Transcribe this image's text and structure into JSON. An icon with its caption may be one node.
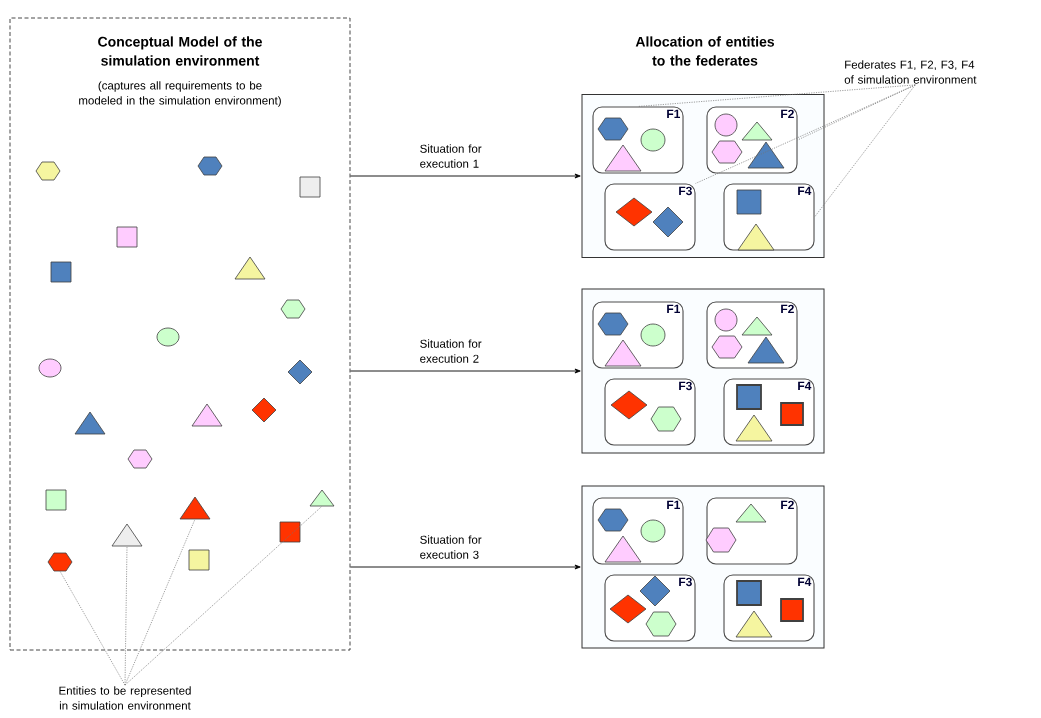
{
  "diagram": {
    "nodes": [
      {
        "text": [
          "Conceptual Model of the simulation environment",
          "(captures all requirements to be modeled in the simulation environment)"
        ]
      },
      {
        "text": [
          "Entities to be represented in simulation environment"
        ]
      },
      {
        "text": [],
        "shape": "hexagon",
        "in": 0
      },
      {
        "text": [],
        "shape": "triangle",
        "in": 0
      },
      {
        "text": [],
        "shape": "triangle",
        "in": 0
      },
      {
        "text": [],
        "shape": "triangle",
        "in": 0
      },
      {
        "text": [
          "Federates F1, F2, F3, F4 of simulation environment"
        ]
      },
      {
        "text": [],
        "shape": "box"
      },
      {
        "text": [
          "F1"
        ],
        "in": 7
      },
      {
        "text": [
          "F2"
        ],
        "in": 7
      },
      {
        "text": [
          "F3"
        ],
        "in": 7
      },
      {
        "text": [
          "F4"
        ],
        "in": 7
      },
      {
        "text": [],
        "shape": "box"
      },
      {
        "text": [
          "F1"
        ],
        "in": 12
      },
      {
        "text": [
          "F2"
        ],
        "in": 12
      },
      {
        "text": [
          "F3"
        ],
        "in": 12
      },
      {
        "text": [
          "F4"
        ],
        "in": 12
      },
      {
        "text": [],
        "shape": "box"
      },
      {
        "text": [
          "F1"
        ],
        "in": 17
      },
      {
        "text": [
          "F2"
        ],
        "in": 17
      },
      {
        "text": [
          "F3"
        ],
        "in": 17
      },
      {
        "text": [
          "F4"
        ],
        "in": 17
      },
      {
        "text": [],
        "shape": "hexagon",
        "in": 0
      },
      {
        "text": [],
        "shape": "hexagon",
        "in": 0
      },
      {
        "text": [],
        "shape": "square",
        "in": 0
      },
      {
        "text": [],
        "shape": "square",
        "in": 0
      },
      {
        "text": [],
        "shape": "square",
        "in": 0
      },
      {
        "text": [],
        "shape": "triangle",
        "in": 0
      },
      {
        "text": [],
        "shape": "hexagon",
        "in": 0
      },
      {
        "text": [],
        "shape": "circle",
        "in": 0
      },
      {
        "text": [],
        "shape": "circle",
        "in": 0
      },
      {
        "text": [],
        "shape": "diamond",
        "in": 0
      },
      {
        "text": [],
        "shape": "diamond",
        "in": 0
      },
      {
        "text": [],
        "shape": "triangle",
        "in": 0
      },
      {
        "text": [],
        "shape": "triangle",
        "in": 0
      },
      {
        "text": [],
        "shape": "hexagon",
        "in": 0
      },
      {
        "text": [],
        "shape": "square",
        "in": 0
      },
      {
        "text": [],
        "shape": "square",
        "in": 0
      },
      {
        "text": [],
        "shape": "square",
        "in": 0
      }
    ],
    "edges": [
      {
        "from": 0,
        "to": 7,
        "arrow": "to",
        "color": "#000000",
        "label": "Situation for execution 1"
      },
      {
        "from": 0,
        "to": 12,
        "arrow": "to",
        "color": "#000000",
        "label": "Situation for execution 2"
      },
      {
        "from": 0,
        "to": 17,
        "arrow": "to",
        "color": "#000000",
        "label": "Situation for execution 3"
      },
      {
        "from": 1,
        "to": 2,
        "arrow": "none",
        "style": "dashed"
      },
      {
        "from": 1,
        "to": 3,
        "arrow": "none",
        "style": "dashed"
      },
      {
        "from": 1,
        "to": 4,
        "arrow": "none",
        "style": "dashed"
      },
      {
        "from": 1,
        "to": 5,
        "arrow": "none",
        "style": "dashed"
      },
      {
        "from": 6,
        "to": 8,
        "arrow": "none",
        "style": "dashed"
      },
      {
        "from": 6,
        "to": 9,
        "arrow": "none",
        "style": "dashed"
      },
      {
        "from": 6,
        "to": 10,
        "arrow": "none",
        "style": "dashed"
      },
      {
        "from": 6,
        "to": 11,
        "arrow": "none",
        "style": "dashed"
      }
    ],
    "labels": [
      "Allocation of entities to the federates"
    ]
  }
}
